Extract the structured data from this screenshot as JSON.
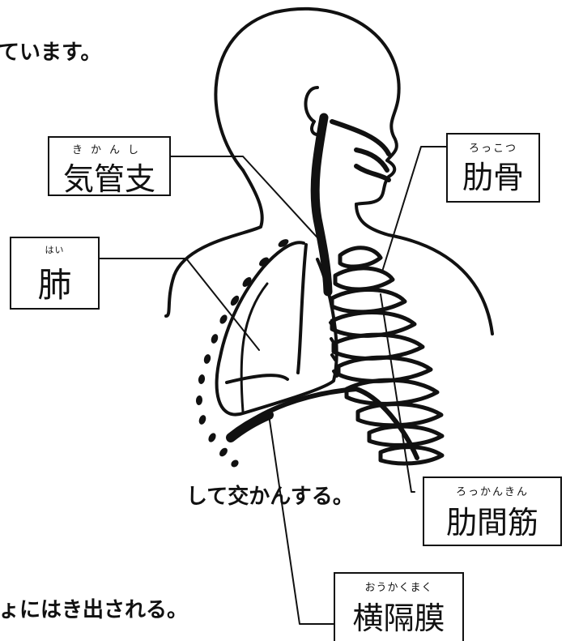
{
  "body_text": {
    "line1": "ています。",
    "line2": "して交かんする。",
    "line3": "ょにはき出される。"
  },
  "labels": {
    "kikanshi": {
      "ruby": "きかんし",
      "kanji": "気管支"
    },
    "hai": {
      "ruby": "はい",
      "kanji": "肺"
    },
    "rokotsu": {
      "ruby": "ろっこつ",
      "kanji": "肋骨"
    },
    "rokkankin": {
      "ruby": "ろっかんきん",
      "kanji": "肋間筋"
    },
    "oukakumaku": {
      "ruby": "おうかくまく",
      "kanji": "横隔膜"
    }
  }
}
